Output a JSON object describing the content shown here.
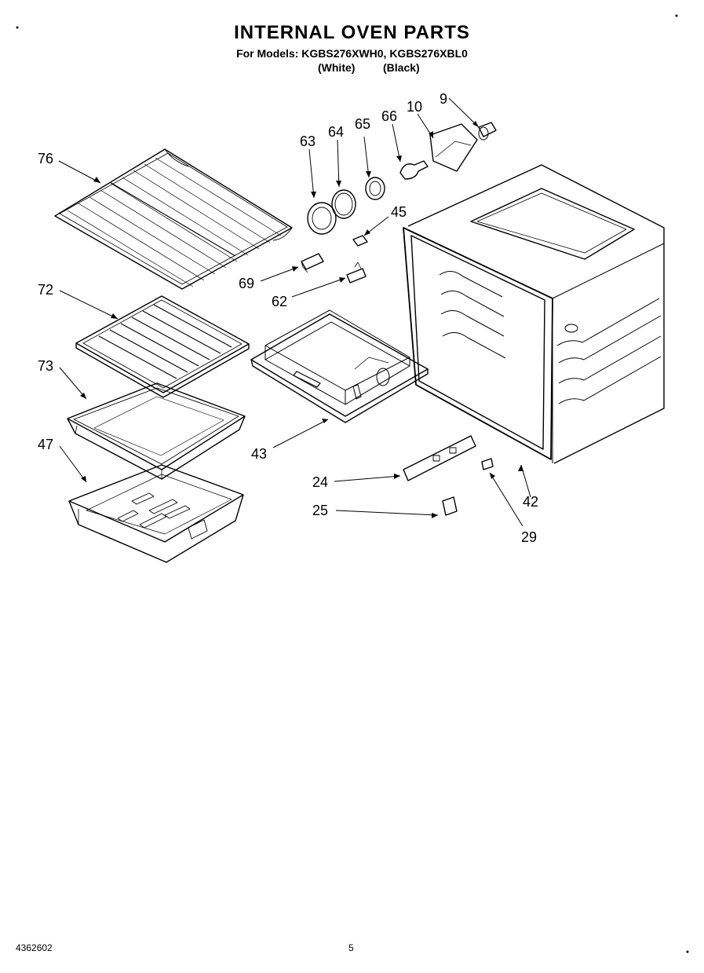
{
  "header": {
    "title": "INTERNAL OVEN PARTS",
    "models_line": "For Models: KGBS276XWH0, KGBS276XBL0",
    "variant_white": "(White)",
    "variant_black": "(Black)"
  },
  "callouts": [
    "76",
    "63",
    "64",
    "65",
    "66",
    "10",
    "9",
    "45",
    "69",
    "62",
    "72",
    "73",
    "43",
    "47",
    "24",
    "25",
    "42",
    "29"
  ],
  "footer": {
    "doc_number": "4362602",
    "page_number": "5"
  }
}
